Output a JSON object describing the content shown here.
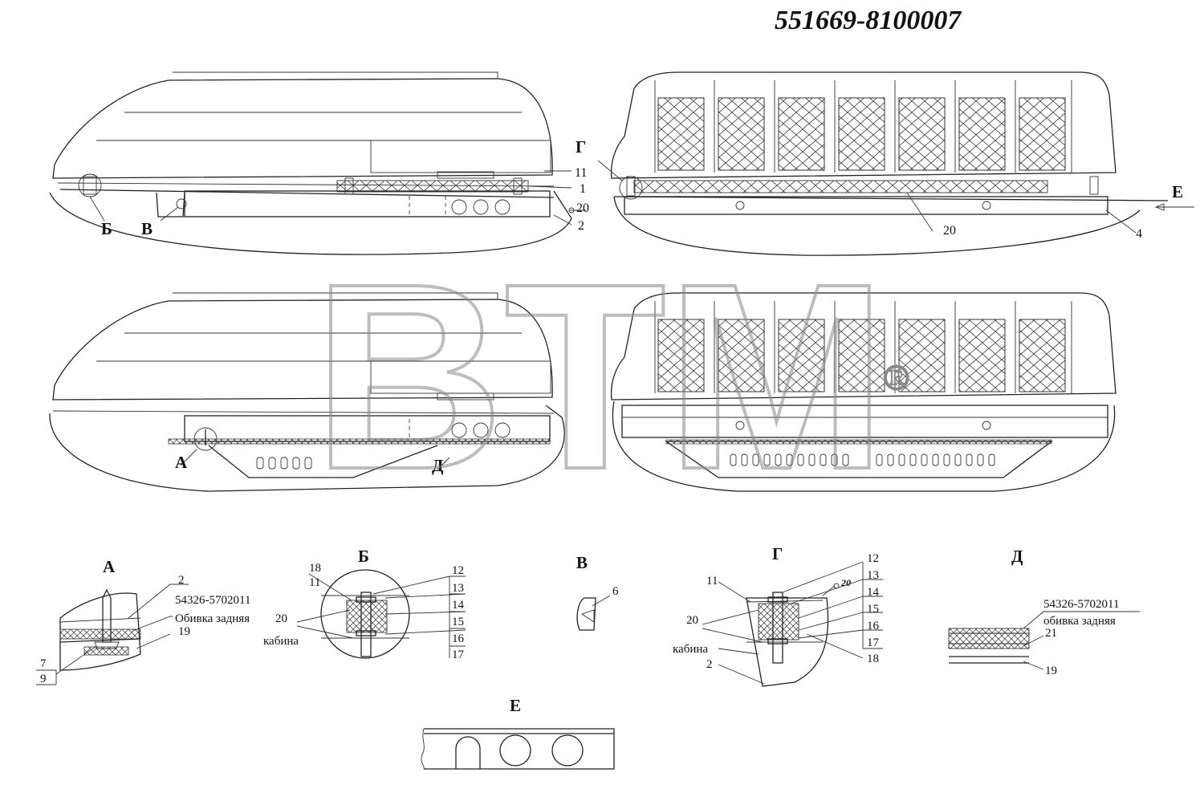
{
  "title": "551669-8100007",
  "watermark": {
    "text": "BTM",
    "registered": "®"
  },
  "view_labels": {
    "b": "Б",
    "v": "В",
    "g": "Г",
    "e": "Е",
    "a": "А",
    "d": "Д"
  },
  "callouts_top_left": {
    "c11": "11",
    "c1": "1",
    "c20": "20",
    "c2": "2"
  },
  "callouts_top_right": {
    "c20": "20",
    "c4": "4"
  },
  "detail_a": {
    "title": "А",
    "n2": "2",
    "part": "54326-5702011",
    "trim": "Обивка задняя",
    "n19": "19",
    "n7": "7",
    "n9": "9"
  },
  "detail_b": {
    "title": "Б",
    "n18": "18",
    "n11": "11",
    "n20": "20",
    "cab": "кабина",
    "n12": "12",
    "n13": "13",
    "n14": "14",
    "n15": "15",
    "n16": "16",
    "n17": "17"
  },
  "detail_v": {
    "title": "В",
    "n6": "6"
  },
  "detail_g": {
    "title": "Г",
    "n11": "11",
    "n20a": "20",
    "n20b": "20",
    "cab": "кабина",
    "n2": "2",
    "n12": "12",
    "n13": "13",
    "n14": "14",
    "n15": "15",
    "n16": "16",
    "n17": "17",
    "n18": "18"
  },
  "detail_d": {
    "title": "Д",
    "part": "54326-5702011",
    "trim": "обивка задняя",
    "n21": "21",
    "n19": "19"
  },
  "detail_e": {
    "title": "Е"
  }
}
